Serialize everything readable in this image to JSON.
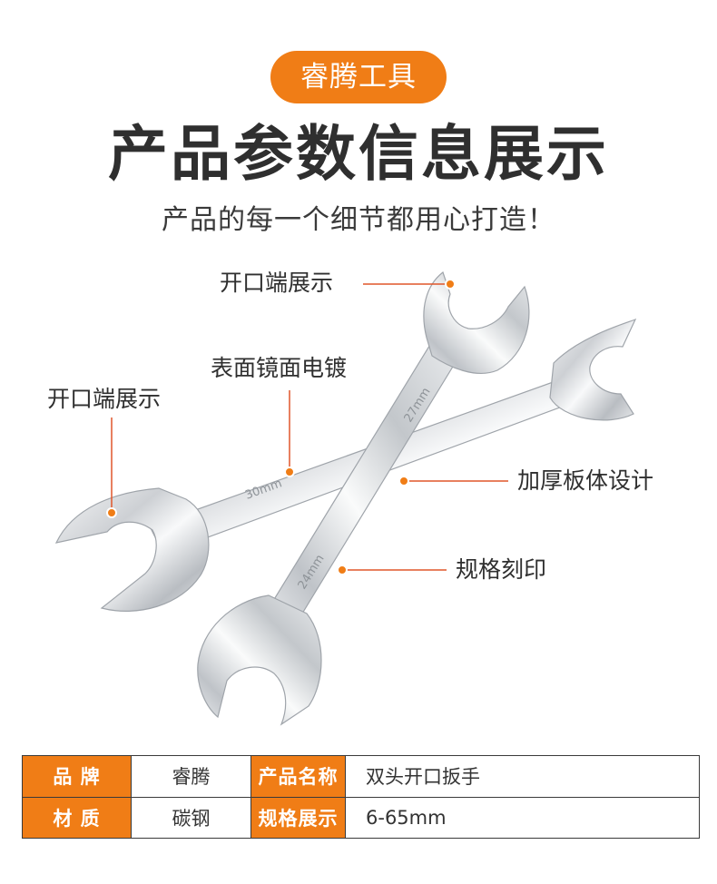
{
  "header": {
    "brand": "睿腾工具",
    "title": "产品参数信息展示",
    "subtitle": "产品的每一个细节都用心打造！"
  },
  "callouts": {
    "open_end_top": "开口端展示",
    "mirror_plating": "表面镜面电镀",
    "open_end_left": "开口端展示",
    "thick_body": "加厚板体设计",
    "size_engraving": "规格刻印"
  },
  "engravings": {
    "back_wrench": "30mm",
    "front_wrench_top": "27mm",
    "front_wrench_bottom": "24mm"
  },
  "spec_table": {
    "row1": {
      "k1": "品  牌",
      "v1": "睿腾",
      "k2": "产品名称",
      "v2": "双头开口扳手"
    },
    "row2": {
      "k1": "材  质",
      "v1": "碳钢",
      "k2": "规格展示",
      "v2": "6-65mm"
    }
  },
  "colors": {
    "accent": "#f07d16",
    "title": "#2f2f2f",
    "line": "#e0562a",
    "steel": "#c9ccd0"
  }
}
